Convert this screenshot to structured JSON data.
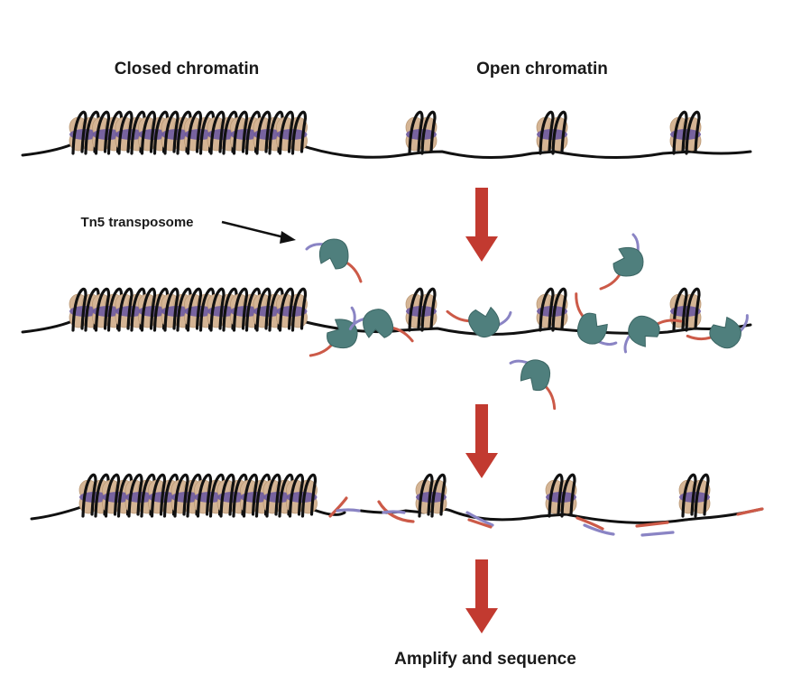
{
  "labels": {
    "closed_chromatin": "Closed chromatin",
    "open_chromatin": "Open chromatin",
    "tn5_transposome": "Tn5 transposome",
    "amplify_and_sequence": "Amplify and sequence"
  },
  "colors": {
    "background": "#ffffff",
    "dna": "#111111",
    "histone": "#d4b494",
    "histone_core": "#6d5aa0",
    "transposase": "#4f7f7d",
    "adapter_red": "#cc5a48",
    "adapter_blue": "#8a84c4",
    "arrow": "#c23a30"
  },
  "icons": {
    "nucleosome": "nucleosome-icon",
    "transposome": "transposome-icon",
    "step_arrow": "arrow-down-icon"
  }
}
